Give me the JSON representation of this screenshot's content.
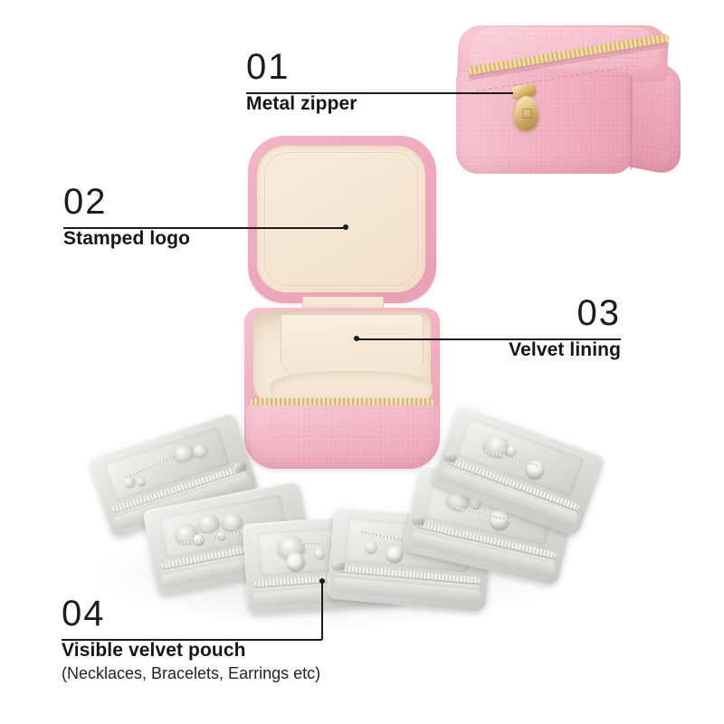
{
  "page": {
    "title": "Jewelry Box Feature Infographic",
    "background_color": "#ffffff",
    "line_color": "#1c1c1c",
    "accent_pink": "#f2b4c3",
    "lining_cream": "#f6e6d3",
    "pouch_grey": "#d9d8d4",
    "zipper_gold": "#e0be82"
  },
  "callouts": [
    {
      "number": "01",
      "label": "Metal zipper",
      "sublabel": "",
      "marker_target": "closed-box-zipper-slider"
    },
    {
      "number": "02",
      "label": "Stamped logo",
      "sublabel": "",
      "marker_target": "open-box-lid-interior"
    },
    {
      "number": "03",
      "label": "Velvet lining",
      "sublabel": "",
      "marker_target": "open-box-base-lining"
    },
    {
      "number": "04",
      "label": "Visible velvet pouch",
      "sublabel": "(Necklaces, Bracelets, Earrings etc)",
      "marker_target": "pouch-center"
    }
  ],
  "products": {
    "closed_box": {
      "name": "closed-pink-jewelry-box",
      "color": "#f2b4c3",
      "zipper_color": "#e0be82",
      "pull_shape": "teardrop"
    },
    "open_box": {
      "name": "open-pink-jewelry-box",
      "exterior_color": "#f0b0c0",
      "lining_color": "#f6e6d3",
      "zipper_color": "#e0be82"
    },
    "pouch_fan": {
      "name": "velvet-pouch-fan",
      "count": 6,
      "color": "#d9d8d4",
      "contents": [
        "Necklaces",
        "Bracelets",
        "Earrings"
      ]
    }
  }
}
